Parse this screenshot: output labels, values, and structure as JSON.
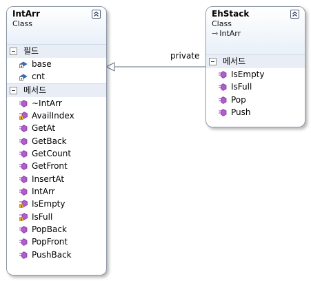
{
  "classes": {
    "intarr": {
      "name": "IntArr",
      "kind": "Class",
      "fields_header": "필드",
      "fields": [
        "base",
        "cnt"
      ],
      "methods_header": "메서드",
      "methods": [
        "~IntArr",
        "AvailIndex",
        "GetAt",
        "GetBack",
        "GetCount",
        "GetFront",
        "InsertAt",
        "IntArr",
        "IsEmpty",
        "IsFull",
        "PopBack",
        "PopFront",
        "PushBack"
      ]
    },
    "ehstack": {
      "name": "EhStack",
      "kind": "Class",
      "base_class": "IntArr",
      "methods_header": "메서드",
      "methods": [
        "IsEmpty",
        "IsFull",
        "Pop",
        "Push"
      ]
    }
  },
  "association": {
    "label": "private"
  },
  "colors": {
    "border": "#8e98a6",
    "header_gradient_end": "#e9f0f8",
    "section_background": "#e9eef6",
    "method_icon": "#9b3fb5",
    "field_icon": "#2f6fd1",
    "protected_marker": "#d8a51b"
  }
}
